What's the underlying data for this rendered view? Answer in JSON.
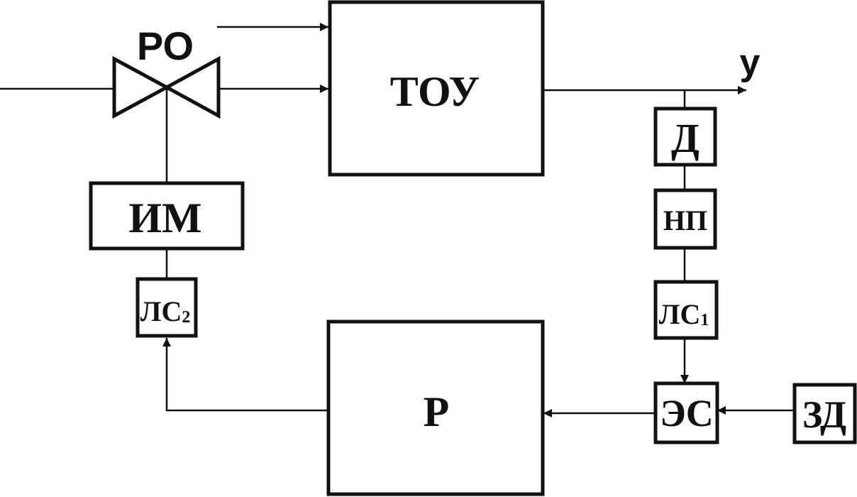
{
  "blocks": {
    "tou": "ТОУ",
    "im": "ИМ",
    "ls2_main": "ЛС",
    "ls2_sub": "2",
    "r": "Р",
    "d": "Д",
    "np": "НП",
    "ls1_main": "ЛС",
    "ls1_sub": "1",
    "es": "ЭС",
    "zd": "ЗД"
  },
  "labels": {
    "valve": "РО",
    "output": "y"
  },
  "colors": {
    "stroke": "#111111",
    "background": "#ffffff"
  }
}
